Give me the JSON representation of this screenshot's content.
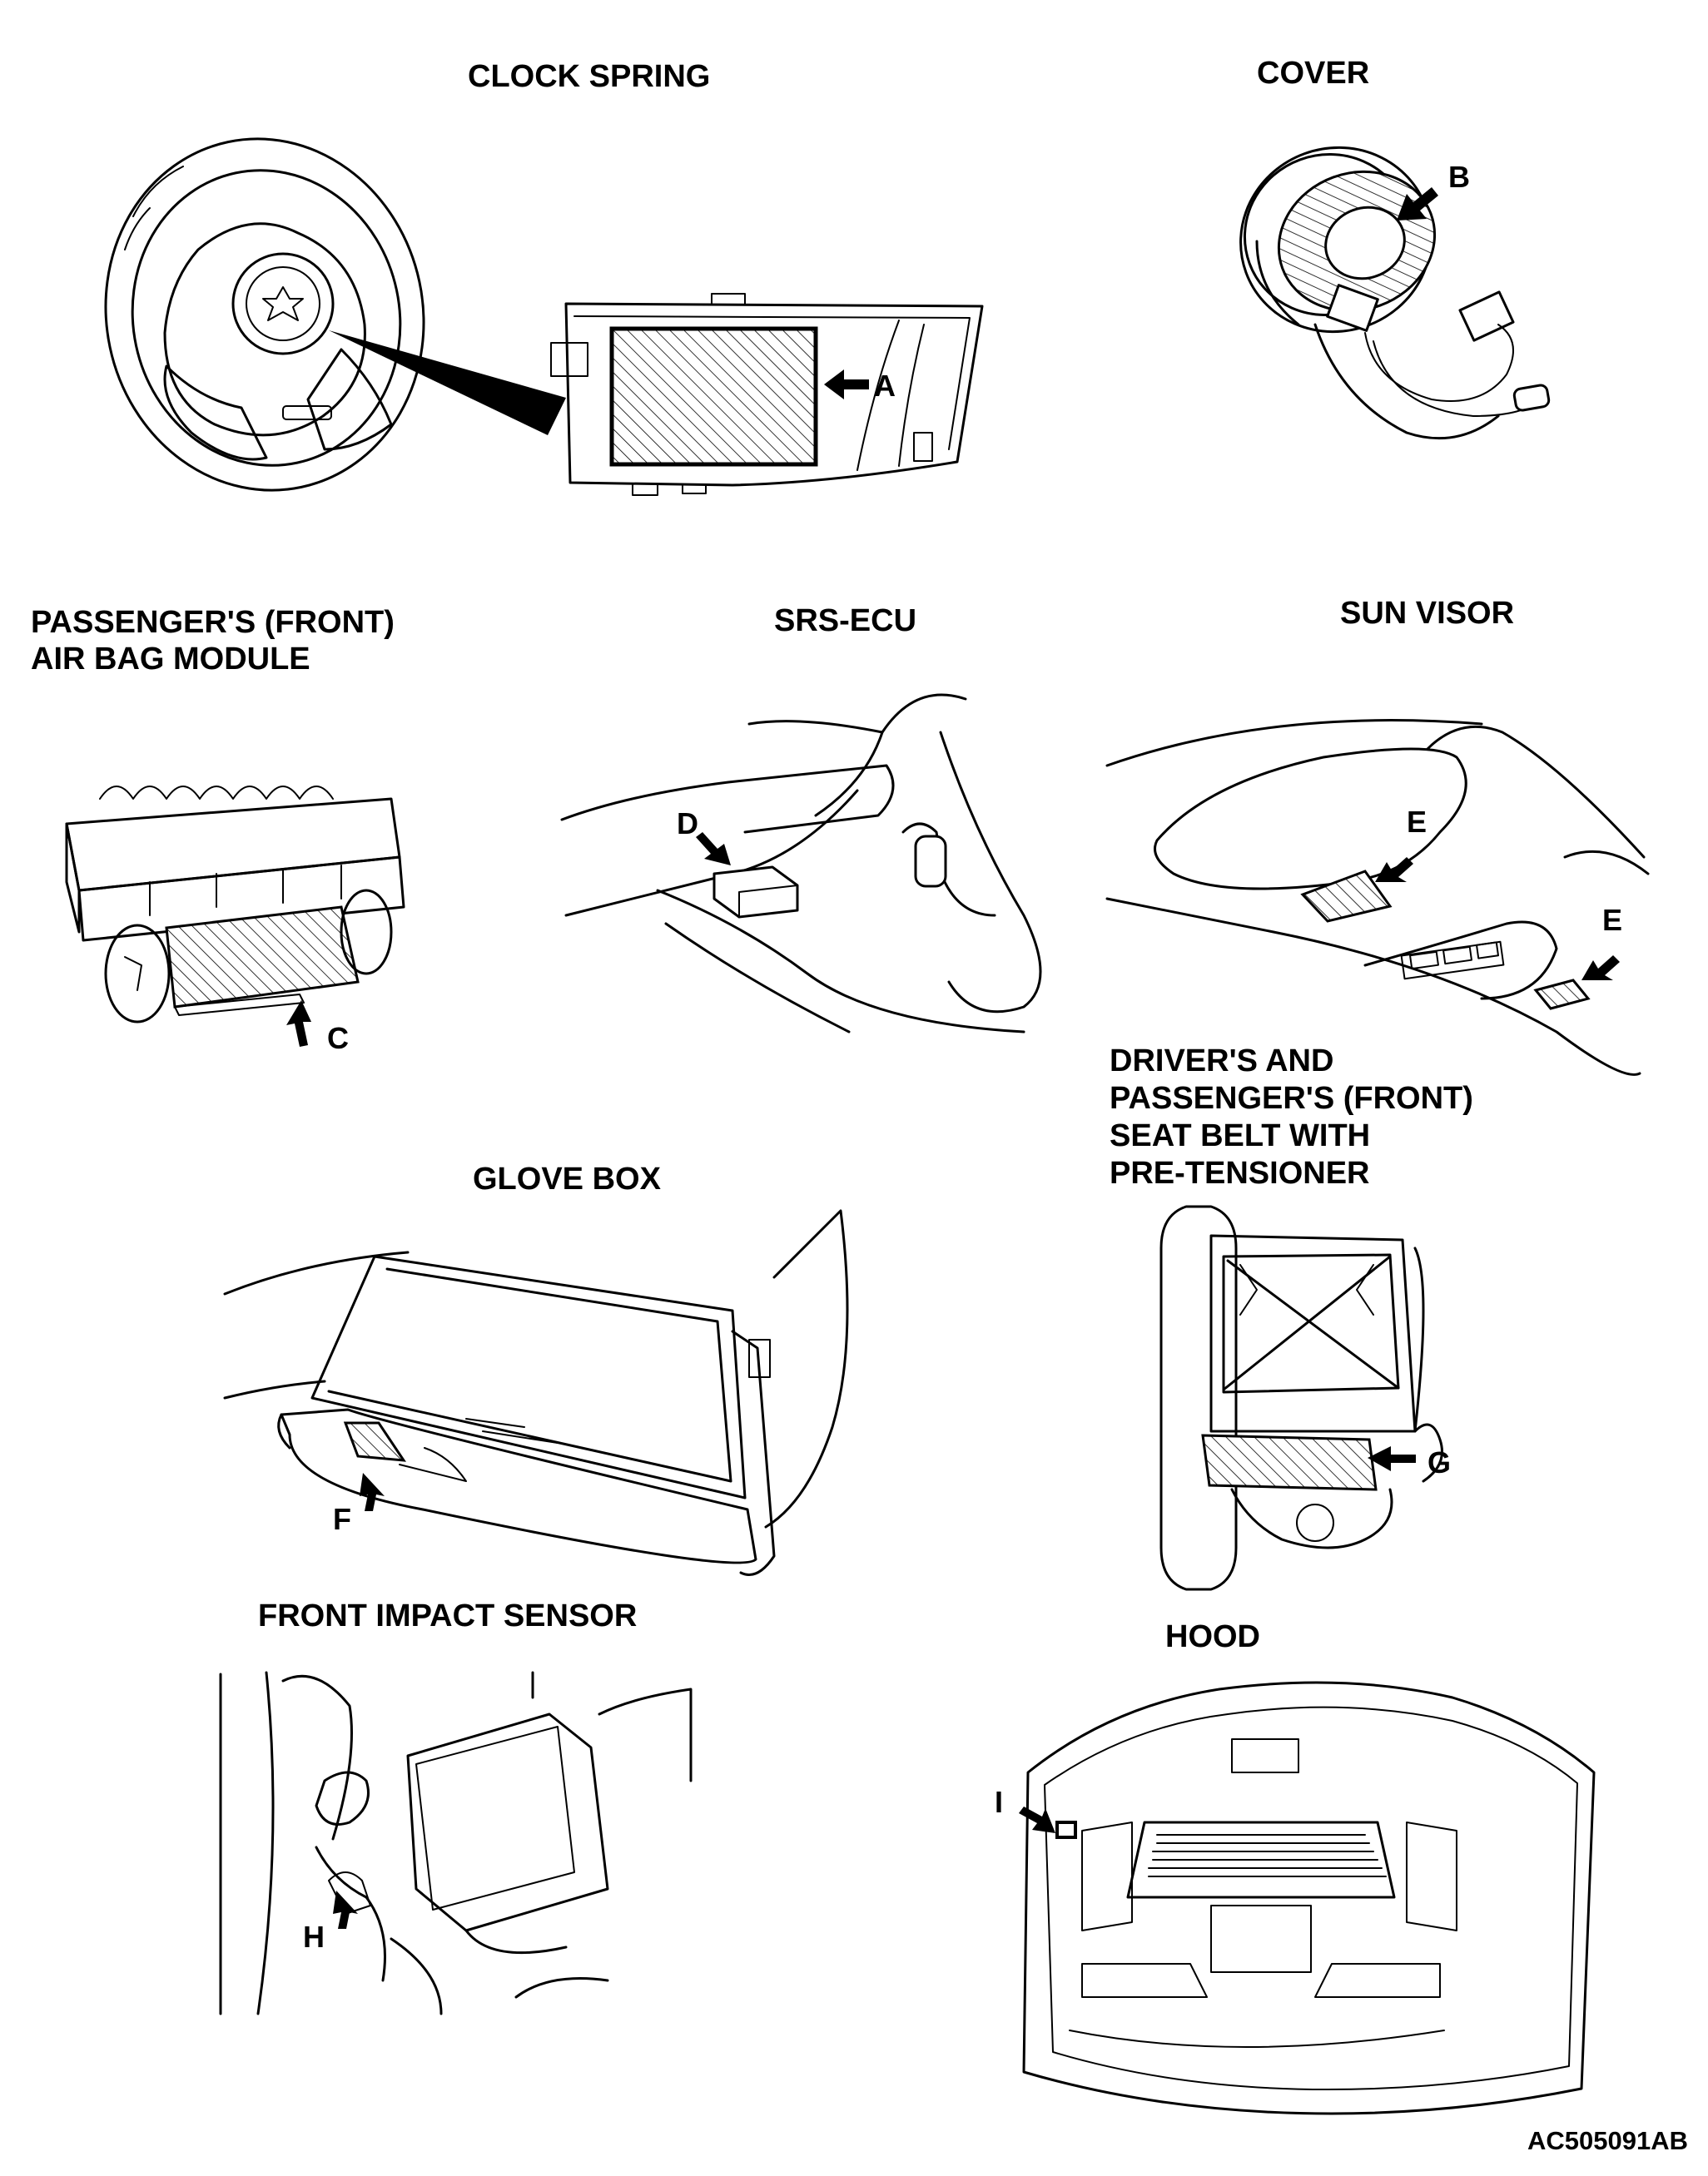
{
  "labels": {
    "clock_spring": "CLOCK SPRING",
    "cover": "COVER",
    "passenger_airbag_line1": "PASSENGER'S (FRONT)",
    "passenger_airbag_line2": "AIR BAG MODULE",
    "srs_ecu": "SRS-ECU",
    "sun_visor": "SUN VISOR",
    "seat_belt_line1": "DRIVER'S AND",
    "seat_belt_line2": "PASSENGER'S (FRONT)",
    "seat_belt_line3": "SEAT BELT WITH",
    "seat_belt_line4": "PRE-TENSIONER",
    "glove_box": "GLOVE BOX",
    "front_impact_sensor": "FRONT IMPACT SENSOR",
    "hood": "HOOD"
  },
  "callouts": {
    "a": "A",
    "b": "B",
    "c": "C",
    "d": "D",
    "e1": "E",
    "e2": "E",
    "f": "F",
    "g": "G",
    "h": "H",
    "i": "I"
  },
  "figure_ref": "AC505091AB"
}
